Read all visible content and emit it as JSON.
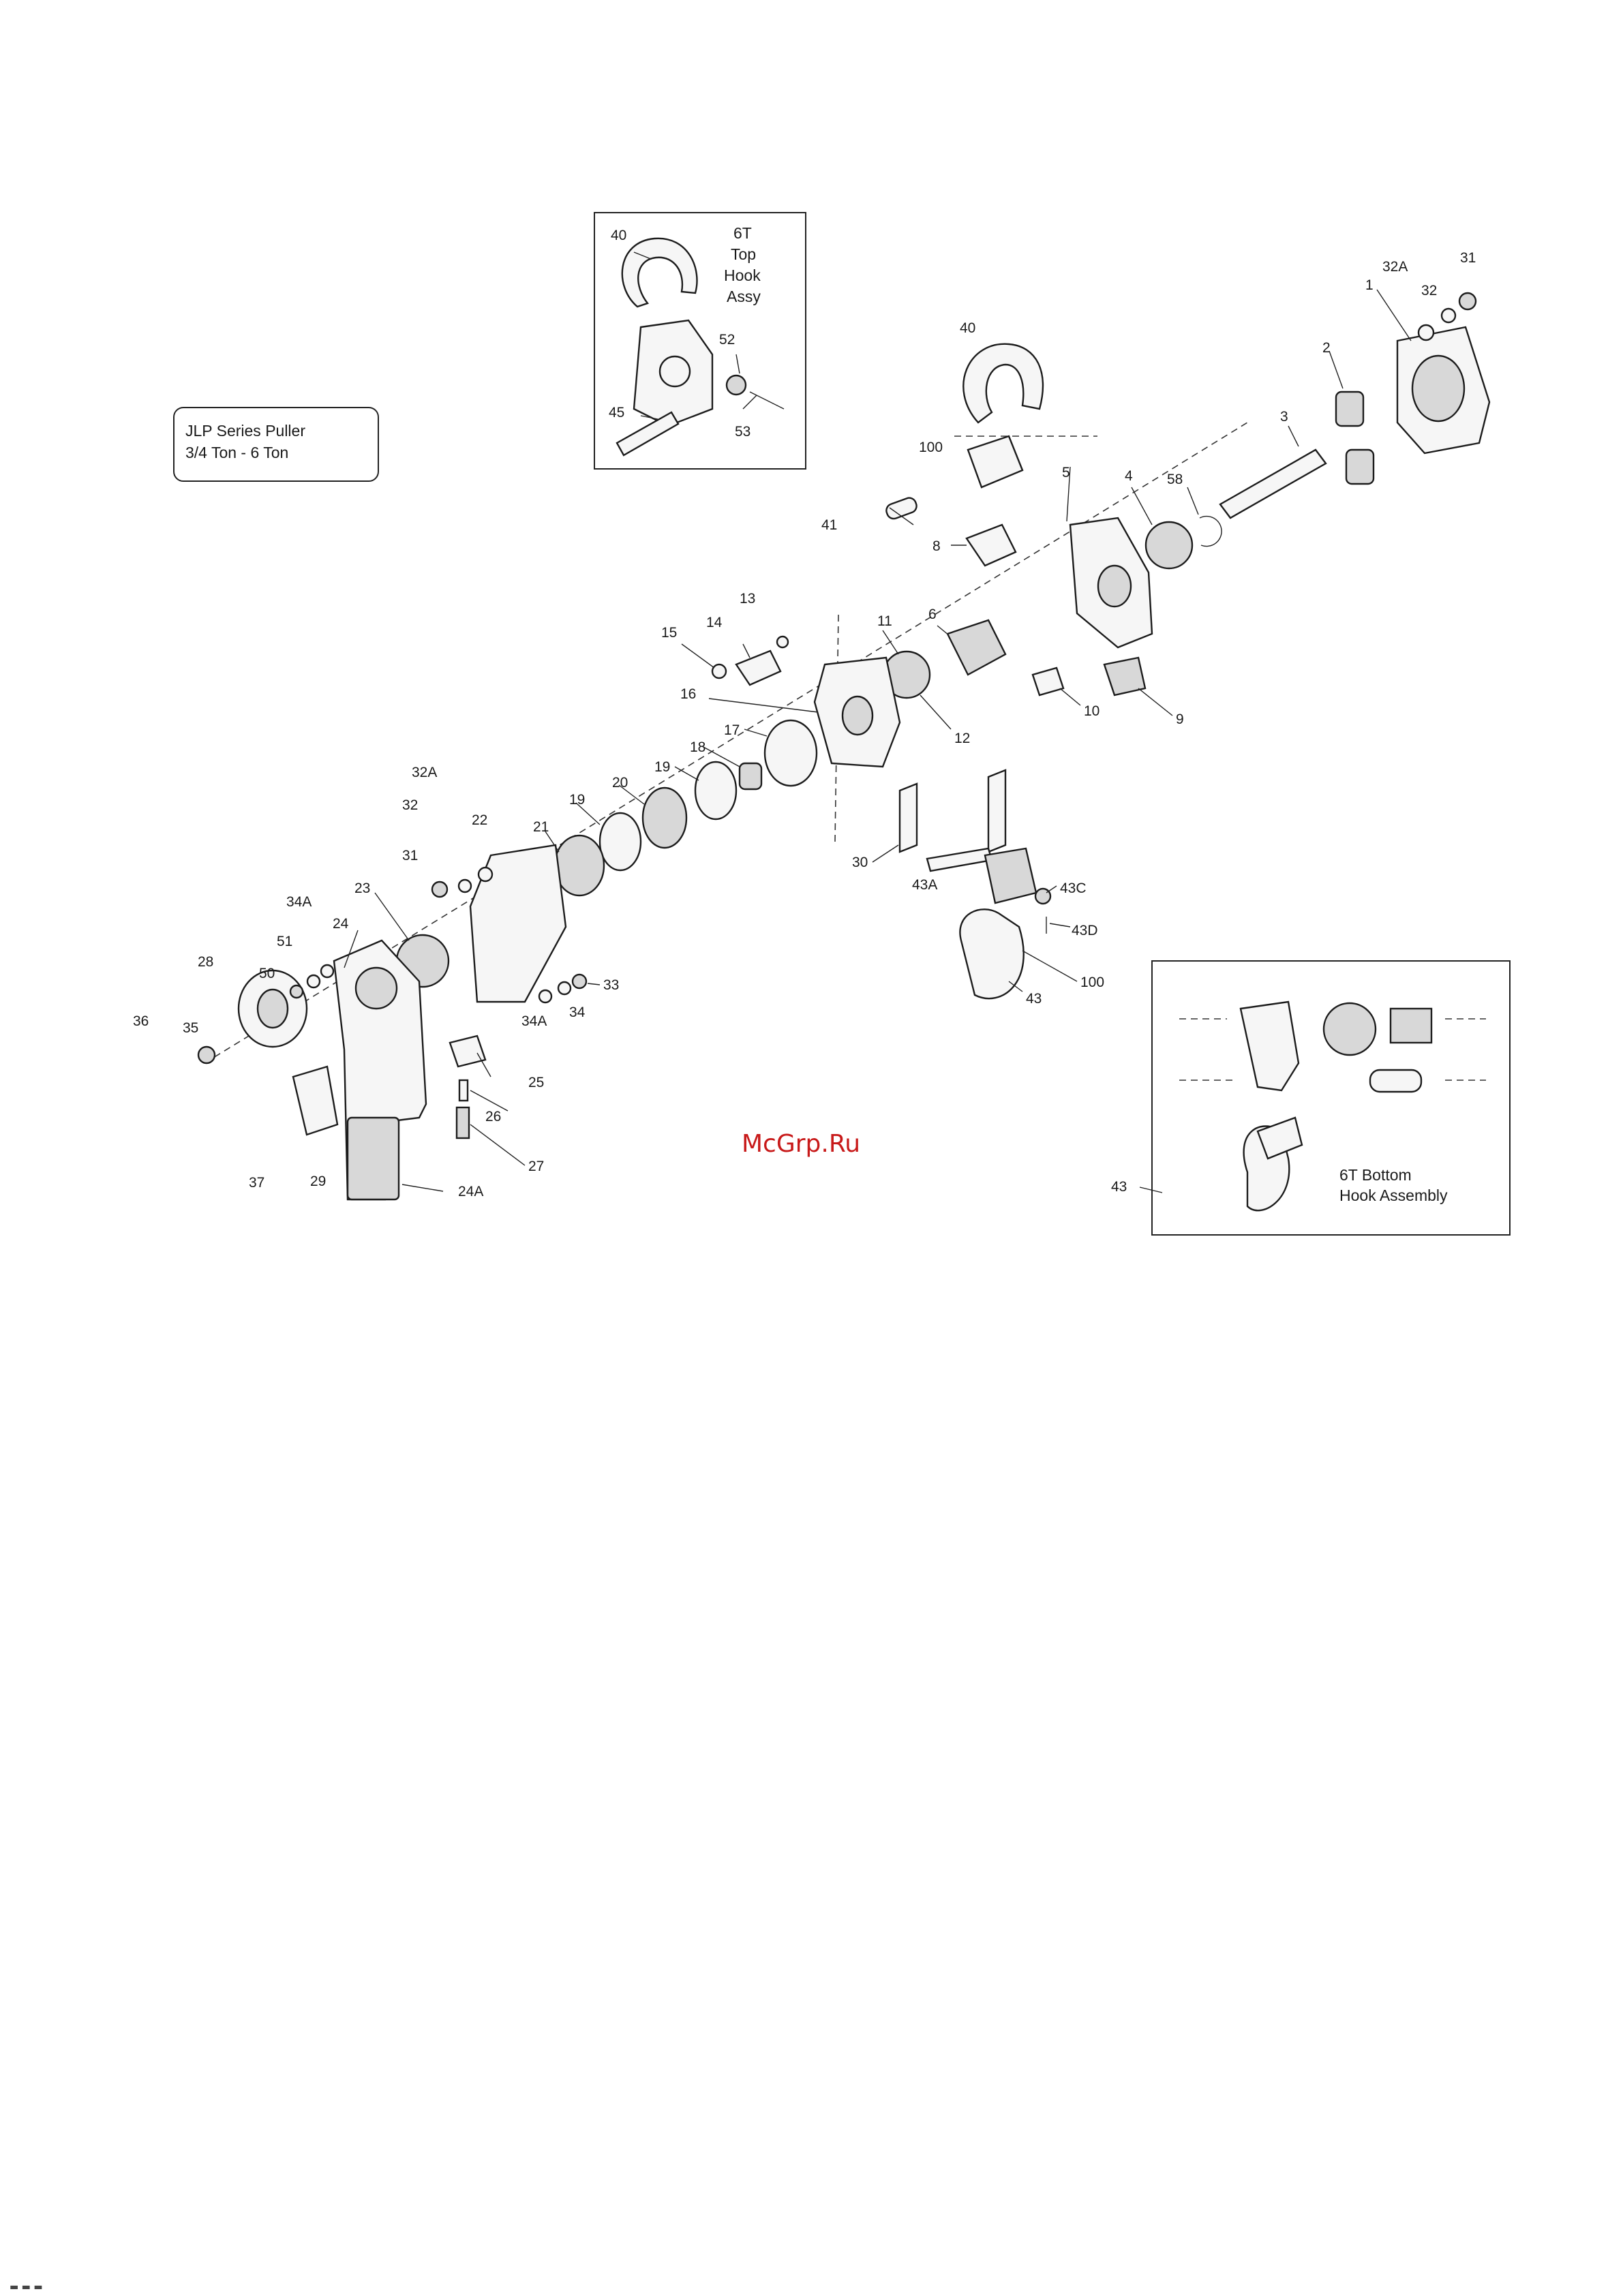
{
  "title_box": {
    "line1": "JLP Series Puller",
    "line2": "3/4 Ton - 6 Ton"
  },
  "top_hook_inset": {
    "line1": "6T",
    "line2": "Top",
    "line3": "Hook",
    "line4": "Assy",
    "labels": [
      "40",
      "52",
      "45",
      "53"
    ]
  },
  "bottom_hook_inset": {
    "line1": "6T Bottom",
    "line2": "Hook Assembly",
    "callout": "43"
  },
  "watermark": "McGrp.Ru",
  "footer_mark": "▬ ▬ ▬",
  "part_labels": [
    "31",
    "32A",
    "32",
    "1",
    "2",
    "3",
    "40",
    "100",
    "41",
    "5",
    "4",
    "58",
    "8",
    "6",
    "10",
    "9",
    "13",
    "14",
    "15",
    "11",
    "16",
    "12",
    "17",
    "18",
    "19",
    "20",
    "19",
    "21",
    "22",
    "32A",
    "32",
    "31",
    "30",
    "43A",
    "43C",
    "43D",
    "100",
    "43",
    "23",
    "24",
    "34A",
    "51",
    "50",
    "28",
    "36",
    "35",
    "33",
    "34",
    "34A",
    "25",
    "26",
    "27",
    "24A",
    "37",
    "29"
  ],
  "colors": {
    "ink": "#1c1c1c",
    "watermark": "#c81a1a",
    "background": "#ffffff"
  }
}
